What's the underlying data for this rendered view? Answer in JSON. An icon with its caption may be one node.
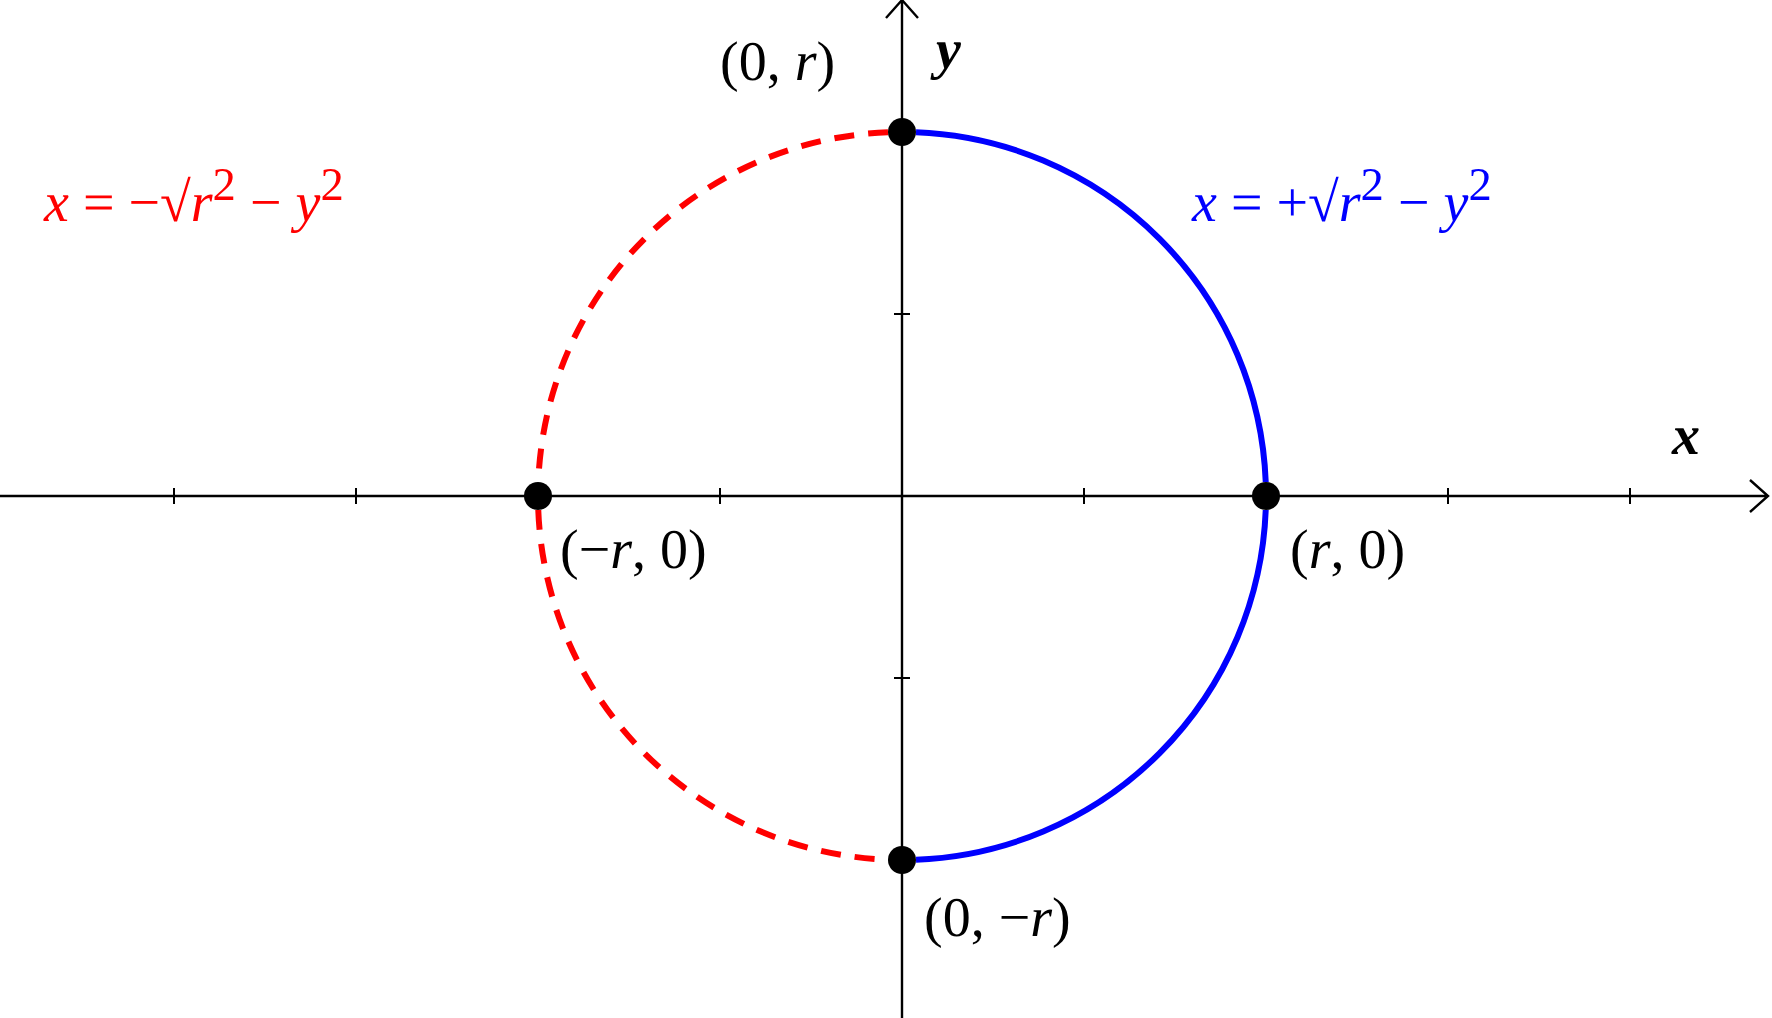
{
  "diagram": {
    "nodes": [
      {
        "text": [],
        "shape": "circle",
        "beside": [
          "(0, *r*)"
        ]
      },
      {
        "text": [],
        "shape": "circle",
        "beside": [
          "(−*r*, 0)"
        ]
      },
      {
        "text": [],
        "shape": "circle",
        "beside": [
          "(*r*, 0)"
        ]
      },
      {
        "text": [],
        "shape": "circle",
        "beside": [
          "(0, −*r*)"
        ]
      }
    ],
    "edges": [
      {
        "from": 0,
        "to": 1,
        "arrow": "none",
        "style": "dashed",
        "color": "#ff0000"
      },
      {
        "from": 1,
        "to": 3,
        "arrow": "none",
        "style": "dashed",
        "color": "#ff0000"
      },
      {
        "from": 0,
        "to": 2,
        "arrow": "none",
        "color": "#0000ff"
      },
      {
        "from": 2,
        "to": 3,
        "arrow": "none",
        "color": "#0000ff"
      }
    ],
    "labels": [
      "*x* = −√*r*$^{2}$ − *y*$^{2}$",
      "*x* = +√*r*$^{2}$ − *y*$^{2}$",
      "x",
      "y"
    ]
  }
}
